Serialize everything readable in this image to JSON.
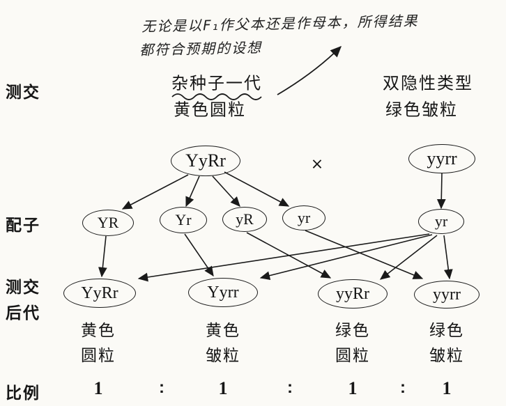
{
  "annotation": {
    "line1": "无论是以F₁作父本还是作母本，所得结果",
    "line2": "都符合预期的设想"
  },
  "row_labels": {
    "cross": "测交",
    "gametes": "配子",
    "offspring_line1": "测交",
    "offspring_line2": "后代",
    "ratio": "比例"
  },
  "parents": {
    "left": {
      "title": "杂种子一代",
      "phenotype": "黄色圆粒",
      "genotype": "YyRr"
    },
    "right": {
      "title": "双隐性类型",
      "phenotype": "绿色皱粒",
      "genotype": "yyrr"
    },
    "cross_symbol": "×"
  },
  "gametes": {
    "left": [
      "YR",
      "Yr",
      "yR",
      "yr"
    ],
    "right": "yr"
  },
  "offspring": [
    {
      "genotype": "YyRr",
      "pheno1": "黄色",
      "pheno2": "圆粒",
      "ratio": "1"
    },
    {
      "genotype": "Yyrr",
      "pheno1": "黄色",
      "pheno2": "皱粒",
      "ratio": "1"
    },
    {
      "genotype": "yyRr",
      "pheno1": "绿色",
      "pheno2": "圆粒",
      "ratio": "1"
    },
    {
      "genotype": "yyrr",
      "pheno1": "绿色",
      "pheno2": "皱粒",
      "ratio": "1"
    }
  ],
  "ratio_colon": ":"
}
